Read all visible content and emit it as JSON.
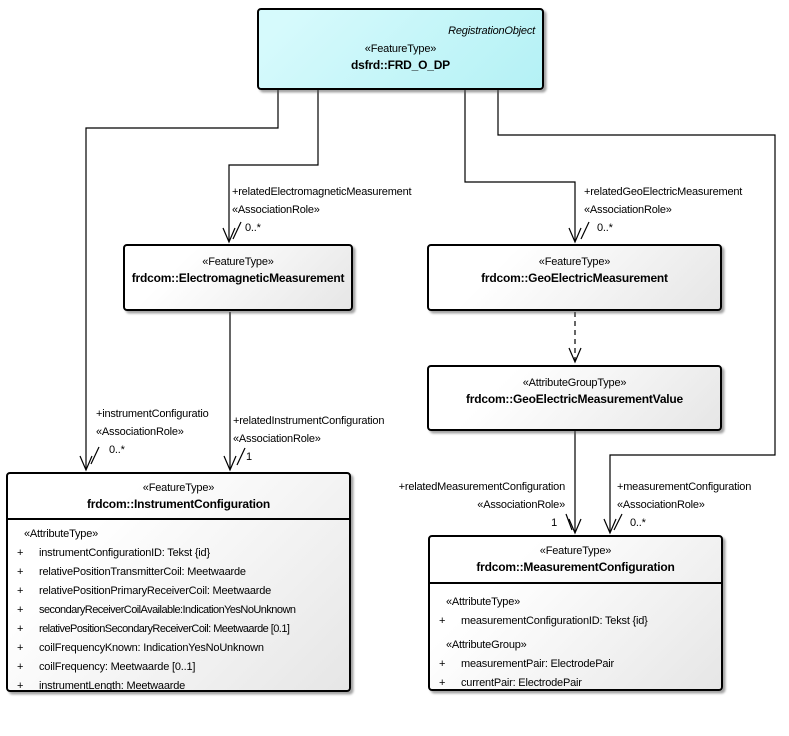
{
  "diagram": {
    "title": "UML feature diagram FRD_O_DP measurements",
    "colors": {
      "highlight_fill": "#b4f1f5",
      "node_fill_top": "#ffffff",
      "node_fill_bottom": "#e6e6e6",
      "border": "#000000",
      "connector": "#000000"
    },
    "nodes": {
      "frd_o_dp": {
        "tagline": "RegistrationObject",
        "stereotype": "«FeatureType»",
        "name": "dsfrd::FRD_O_DP"
      },
      "electromagnetic_measurement": {
        "stereotype": "«FeatureType»",
        "name": "frdcom::ElectromagneticMeasurement"
      },
      "geo_electric_measurement": {
        "stereotype": "«FeatureType»",
        "name": "frdcom::GeoElectricMeasurement"
      },
      "geo_electric_measurement_value": {
        "stereotype": "«AttributeGroupType»",
        "name": "frdcom::GeoElectricMeasurementValue"
      },
      "instrument_configuration": {
        "stereotype": "«FeatureType»",
        "name": "frdcom::InstrumentConfiguration",
        "rows": [
          {
            "kind": "header",
            "text": "«AttributeType»"
          },
          {
            "kind": "attr",
            "vis": "+",
            "text": "instrumentConfigurationID: Tekst {id}"
          },
          {
            "kind": "attr",
            "vis": "+",
            "text": "relativePositionTransmitterCoil: Meetwaarde"
          },
          {
            "kind": "attr",
            "vis": "+",
            "text": "relativePositionPrimaryReceiverCoil: Meetwaarde"
          },
          {
            "kind": "attr",
            "vis": "+",
            "text": "secondaryReceiverCoilAvailable:IndicationYesNoUnknown"
          },
          {
            "kind": "attr",
            "vis": "+",
            "text": "relativePositionSecondaryReceiverCoil: Meetwaarde [0.1]"
          },
          {
            "kind": "attr",
            "vis": "+",
            "text": "coilFrequencyKnown: IndicationYesNoUnknown"
          },
          {
            "kind": "attr",
            "vis": "+",
            "text": "coilFrequency: Meetwaarde [0..1]"
          },
          {
            "kind": "attr",
            "vis": "+",
            "text": "instrumentLength: Meetwaarde"
          }
        ]
      },
      "measurement_configuration": {
        "stereotype": "«FeatureType»",
        "name": "frdcom::MeasurementConfiguration",
        "rows": [
          {
            "kind": "header",
            "text": "«AttributeType»"
          },
          {
            "kind": "attr",
            "vis": "+",
            "text": "measurementConfigurationID: Tekst {id}"
          },
          {
            "kind": "header",
            "text": "«AttributeGroup»"
          },
          {
            "kind": "attr",
            "vis": "+",
            "text": "measurementPair: ElectrodePair"
          },
          {
            "kind": "attr",
            "vis": "+",
            "text": "currentPair: ElectrodePair"
          }
        ]
      }
    },
    "labels": {
      "related_electromagnetic": {
        "role": "+relatedElectromagneticMeasurement",
        "stereotype": "«AssociationRole»",
        "multiplicity": "0..*"
      },
      "related_geo_electric": {
        "role": "+relatedGeoElectricMeasurement",
        "stereotype": "«AssociationRole»",
        "multiplicity": "0..*"
      },
      "instrument_configuration": {
        "role": "+instrumentConfiguratio",
        "stereotype": "«AssociationRole»",
        "multiplicity": "0..*"
      },
      "related_instrument_configuration": {
        "role": "+relatedInstrumentConfiguration",
        "stereotype": "«AssociationRole»",
        "multiplicity": "1"
      },
      "related_measurement_configuration": {
        "role": "+relatedMeasurementConfiguration",
        "stereotype": "«AssociationRole»",
        "multiplicity": "1"
      },
      "measurement_configuration": {
        "role": "+measurementConfiguration",
        "stereotype": "«AssociationRole»",
        "multiplicity": "0..*"
      }
    }
  }
}
